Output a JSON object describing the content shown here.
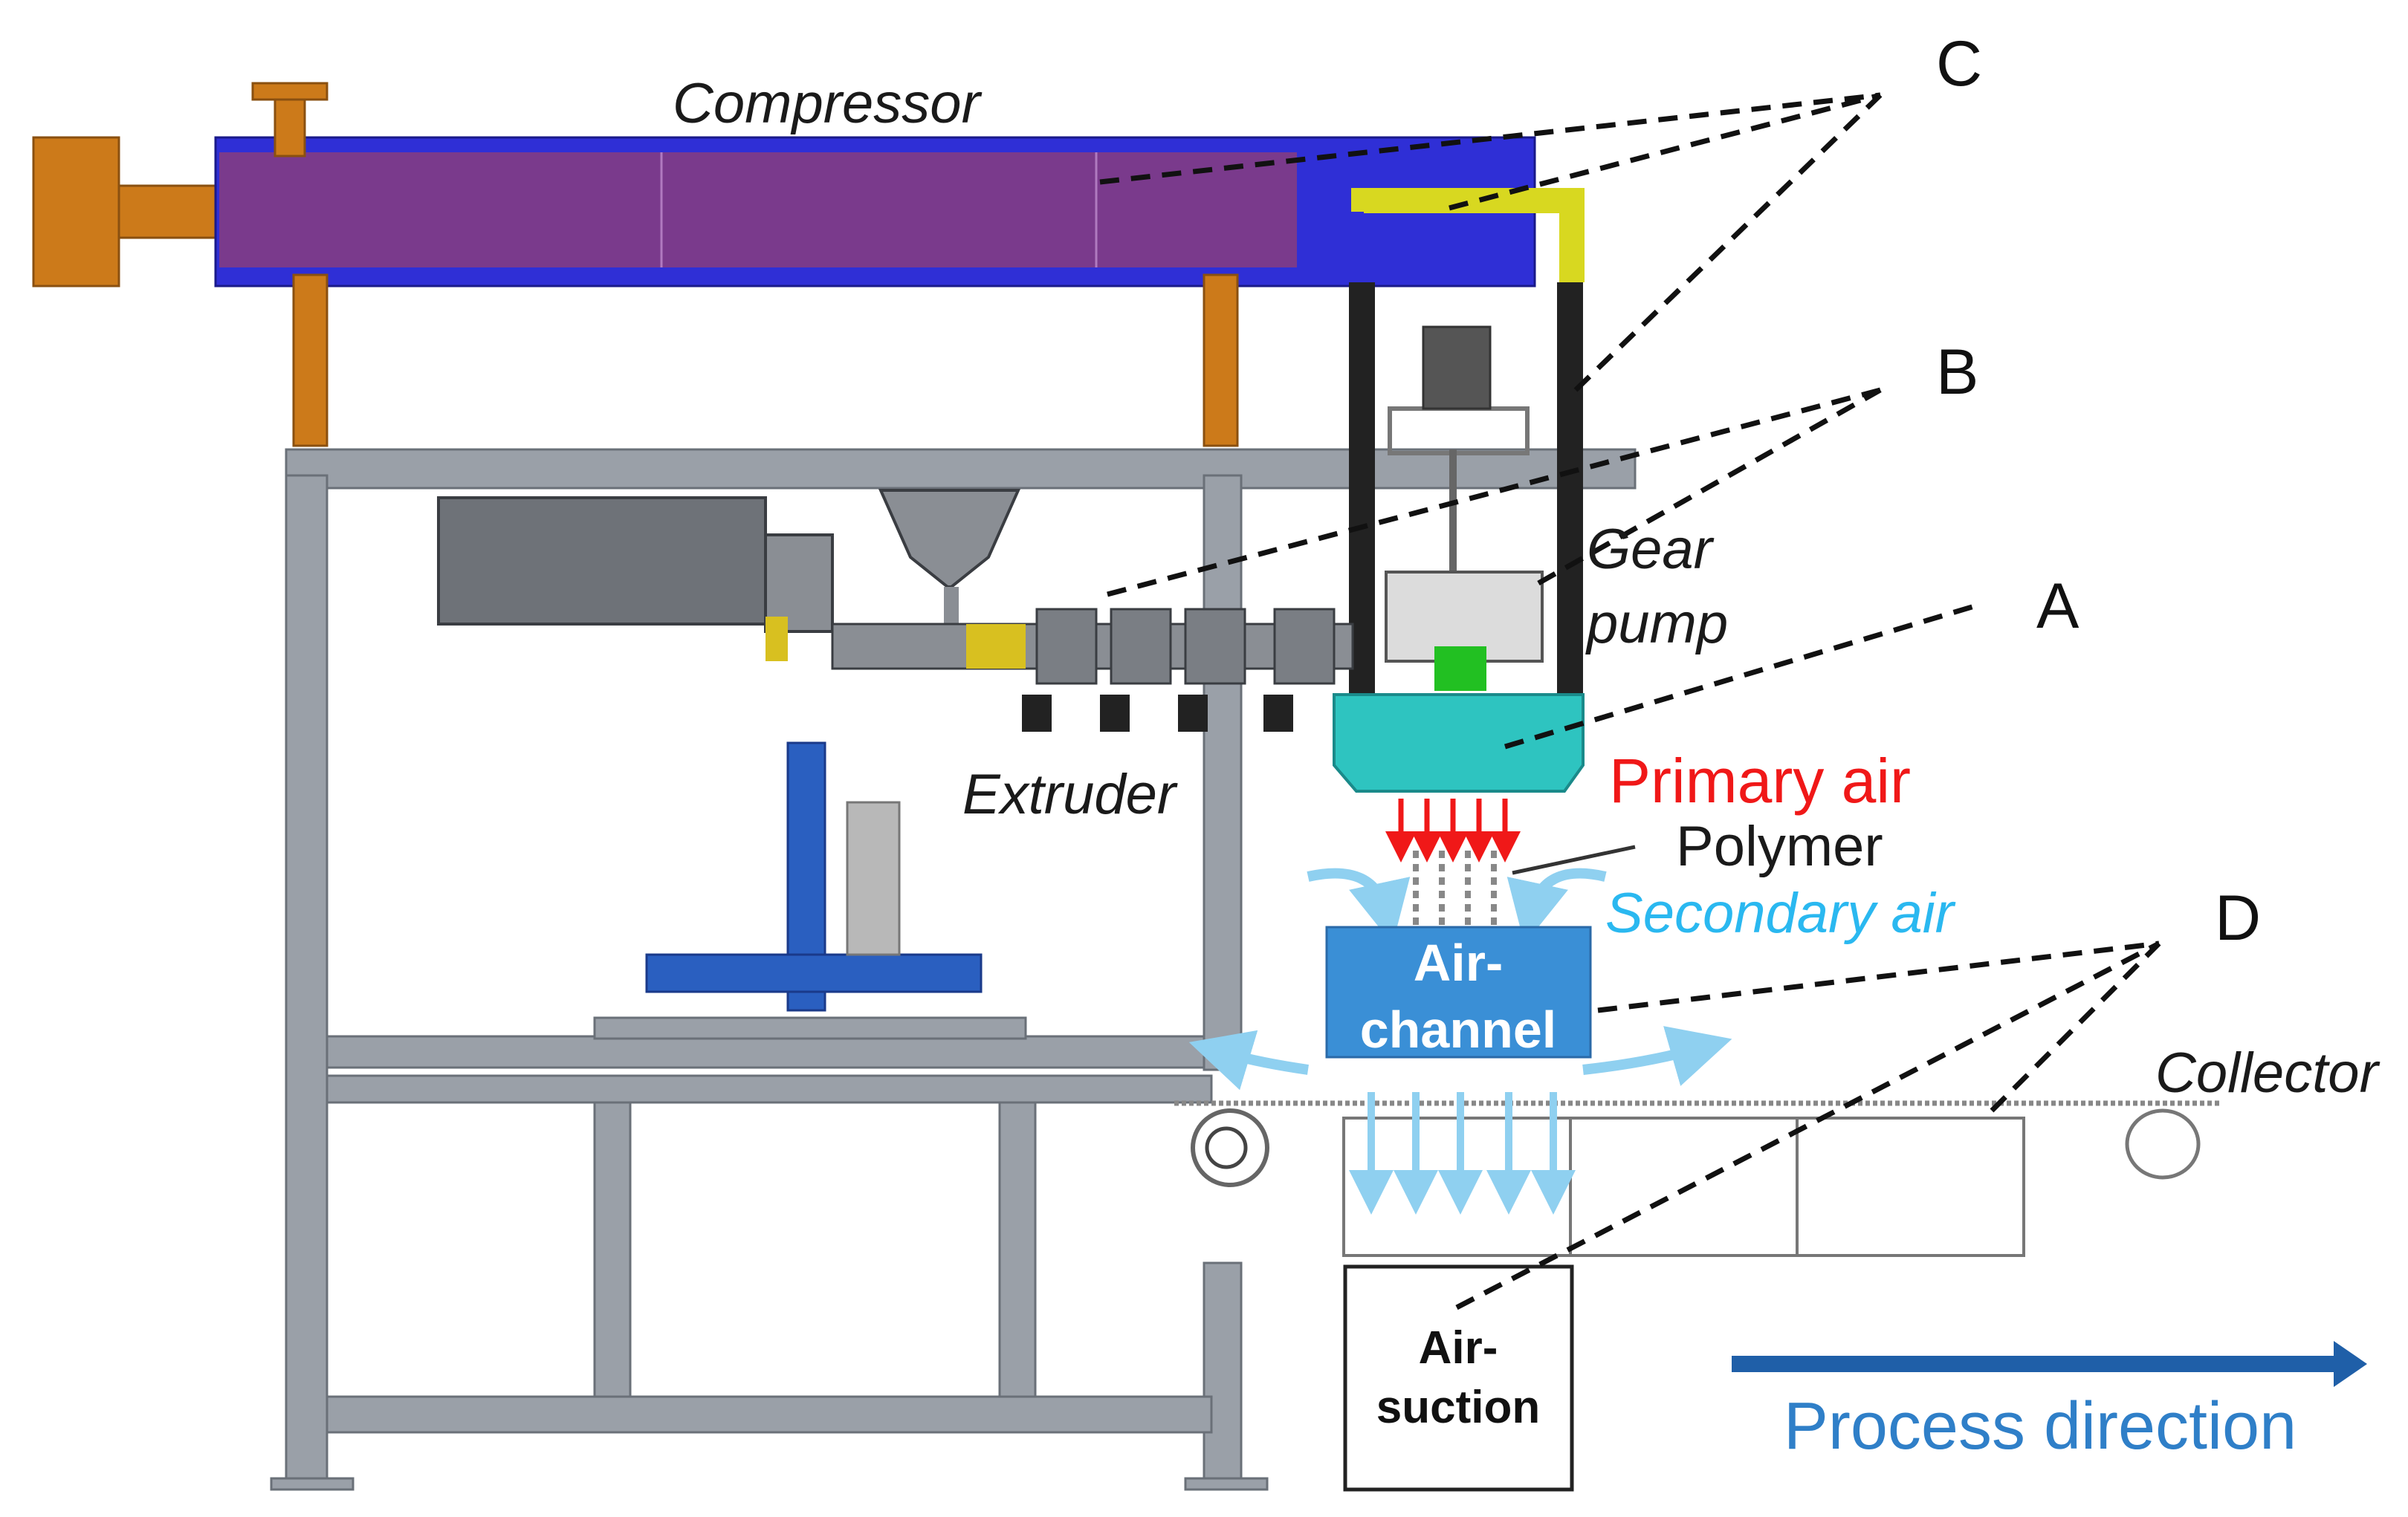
{
  "labels": {
    "compressor": "Compressor",
    "gear_pump_line1": "Gear",
    "gear_pump_line2": "pump",
    "extruder": "Extruder",
    "primary_air": "Primary air",
    "polymer": "Polymer",
    "secondary_air": "Secondary air",
    "air_channel_line1": "Air-",
    "air_channel_line2": "channel",
    "collector": "Collector",
    "air_suction_line1": "Air-",
    "air_suction_line2": "suction",
    "process_direction": "Process direction"
  },
  "callouts": {
    "A": "A",
    "B": "B",
    "C": "C",
    "D": "D"
  },
  "colors": {
    "compressor_body": "#7a3a8c",
    "compressor_outer": "#2f2fd6",
    "flange": "#cc7a1a",
    "frame": "#9aa0a8",
    "die": "#2ec4c0",
    "air_channel": "#3a8fd6",
    "primary_air": "#f01818",
    "secondary_air": "#8fd0f0",
    "process_arrow": "#1f5fa8",
    "pipe": "#d8d820"
  }
}
